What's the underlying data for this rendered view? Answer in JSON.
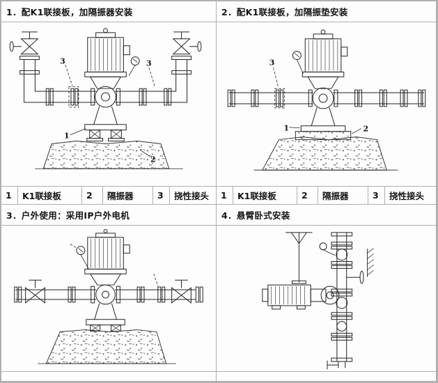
{
  "page": {
    "background": "#fdfdfd",
    "border_color": "#b0b0b0",
    "ink": "#222222"
  },
  "panels": [
    {
      "title": "1．配K1联接板，加隔振器安装"
    },
    {
      "title": "2．配K1联接板，加隔振垫安装"
    },
    {
      "title": "3．户外使用：采用IP户外电机"
    },
    {
      "title": "4．悬臂卧式安装"
    }
  ],
  "legend": {
    "items": [
      {
        "num": "1",
        "label": "K1联接板"
      },
      {
        "num": "2",
        "label": "隔振器"
      },
      {
        "num": "3",
        "label": "挠性接头"
      }
    ]
  },
  "callouts": {
    "p1": {
      "left_joint": "3",
      "right_joint": "3",
      "plate": "1",
      "foundation": "2"
    },
    "p2": {
      "joint": "3",
      "plate": "1",
      "pad": "2"
    }
  },
  "diagrams": [
    {
      "name": "vertical-pump-on-vibration-isolators"
    },
    {
      "name": "vertical-pump-on-vibration-pads"
    },
    {
      "name": "outdoor-vertical-pump-ip-motor"
    },
    {
      "name": "cantilever-horizontal-installation"
    }
  ]
}
